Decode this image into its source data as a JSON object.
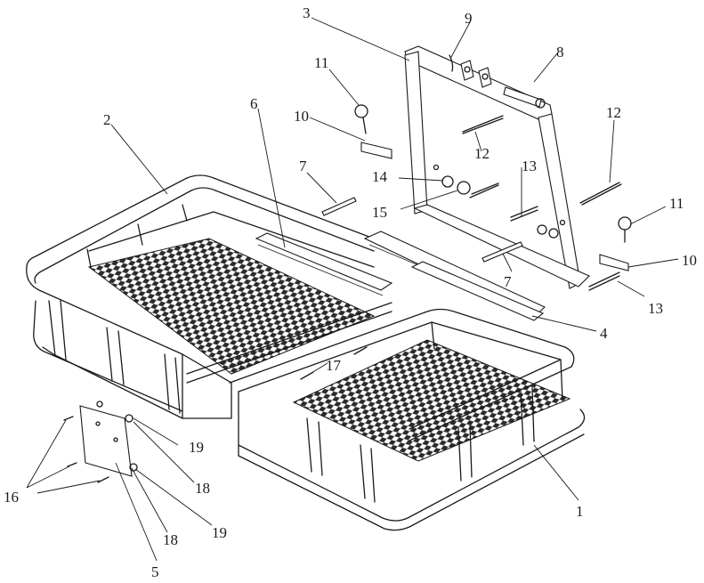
{
  "callouts": [
    {
      "id": "1",
      "text": "1"
    },
    {
      "id": "2",
      "text": "2"
    },
    {
      "id": "3",
      "text": "3"
    },
    {
      "id": "4",
      "text": "4"
    },
    {
      "id": "5",
      "text": "5"
    },
    {
      "id": "6",
      "text": "6"
    },
    {
      "id": "7a",
      "text": "7"
    },
    {
      "id": "7b",
      "text": "7"
    },
    {
      "id": "8",
      "text": "8"
    },
    {
      "id": "9",
      "text": "9"
    },
    {
      "id": "10a",
      "text": "10"
    },
    {
      "id": "10b",
      "text": "10"
    },
    {
      "id": "11a",
      "text": "11"
    },
    {
      "id": "11b",
      "text": "11"
    },
    {
      "id": "12a",
      "text": "12"
    },
    {
      "id": "12b",
      "text": "12"
    },
    {
      "id": "13a",
      "text": "13"
    },
    {
      "id": "13b",
      "text": "13"
    },
    {
      "id": "14",
      "text": "14"
    },
    {
      "id": "15",
      "text": "15"
    },
    {
      "id": "16",
      "text": "16"
    },
    {
      "id": "17",
      "text": "17"
    },
    {
      "id": "18a",
      "text": "18"
    },
    {
      "id": "18b",
      "text": "18"
    },
    {
      "id": "19a",
      "text": "19"
    },
    {
      "id": "19b",
      "text": "19"
    }
  ]
}
